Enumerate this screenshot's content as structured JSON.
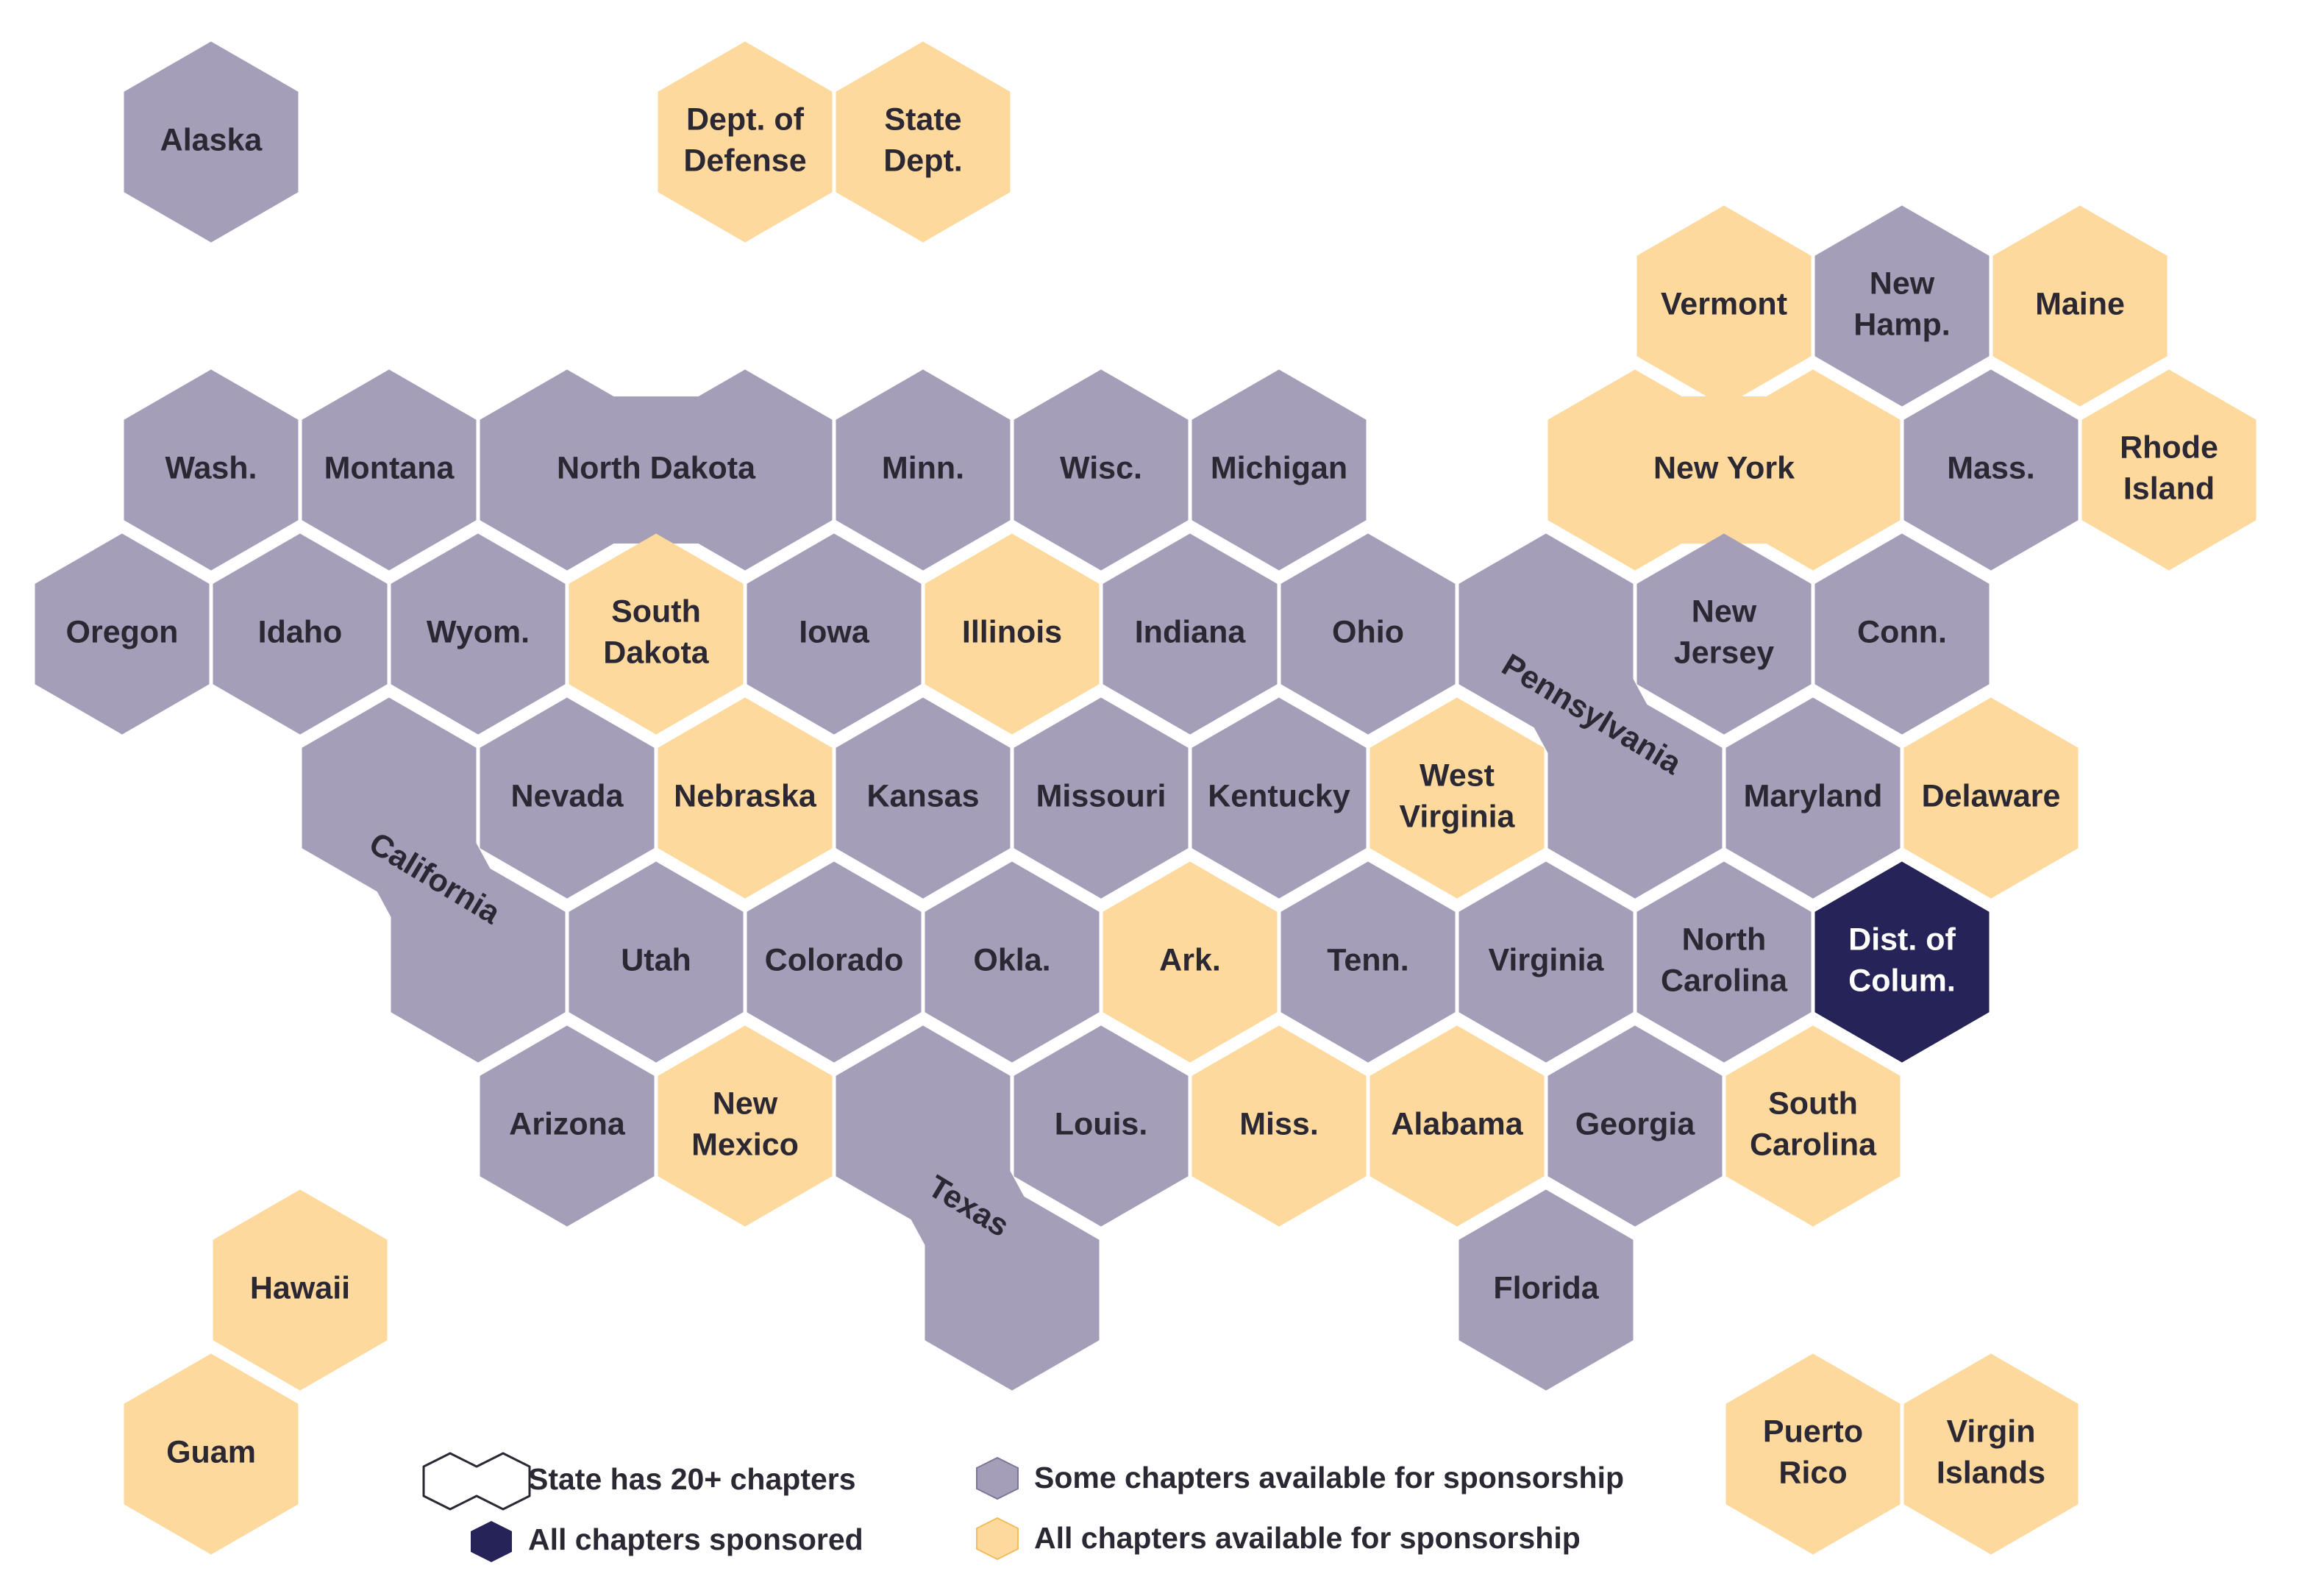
{
  "colors": {
    "some": "#a59eb8",
    "all_available": "#fdd99d",
    "sponsored": "#262359",
    "outline": "#2b2833",
    "label": "#2b2833",
    "label_on_dark": "#ffffff",
    "background": "#ffffff"
  },
  "legend": {
    "big_state": "State has 20+ chapters",
    "sponsored": "All chapters sponsored",
    "some": "Some chapters available for sponsorship",
    "all_available": "All chapters available for sponsorship"
  },
  "tiles": [
    {
      "id": "alaska",
      "lines": [
        "Alaska"
      ],
      "status": "some",
      "cells": [
        [
          0,
          0
        ]
      ]
    },
    {
      "id": "dept-of-defense",
      "lines": [
        "Dept. of",
        "Defense"
      ],
      "status": "all_available",
      "cells": [
        [
          3,
          0
        ]
      ]
    },
    {
      "id": "state-dept",
      "lines": [
        "State",
        "Dept."
      ],
      "status": "all_available",
      "cells": [
        [
          4,
          0
        ]
      ]
    },
    {
      "id": "vermont",
      "lines": [
        "Vermont"
      ],
      "status": "all_available",
      "cells": [
        [
          8.5,
          1
        ]
      ]
    },
    {
      "id": "new-hamp",
      "lines": [
        "New",
        "Hamp."
      ],
      "status": "some",
      "cells": [
        [
          9.5,
          1
        ]
      ]
    },
    {
      "id": "maine",
      "lines": [
        "Maine"
      ],
      "status": "all_available",
      "cells": [
        [
          10.5,
          1
        ]
      ]
    },
    {
      "id": "wash",
      "lines": [
        "Wash."
      ],
      "status": "some",
      "cells": [
        [
          0,
          2
        ]
      ]
    },
    {
      "id": "montana",
      "lines": [
        "Montana"
      ],
      "status": "some",
      "cells": [
        [
          1,
          2
        ]
      ]
    },
    {
      "id": "north-dakota",
      "lines": [
        "North Dakota"
      ],
      "status": "some",
      "cells": [
        [
          2,
          2
        ],
        [
          3,
          2
        ]
      ]
    },
    {
      "id": "minn",
      "lines": [
        "Minn."
      ],
      "status": "some",
      "cells": [
        [
          4,
          2
        ]
      ]
    },
    {
      "id": "wisc",
      "lines": [
        "Wisc."
      ],
      "status": "some",
      "cells": [
        [
          5,
          2
        ]
      ]
    },
    {
      "id": "michigan",
      "lines": [
        "Michigan"
      ],
      "status": "some",
      "cells": [
        [
          6,
          2
        ]
      ]
    },
    {
      "id": "new-york",
      "lines": [
        "New York"
      ],
      "status": "all_available",
      "cells": [
        [
          8,
          2
        ],
        [
          9,
          2
        ]
      ]
    },
    {
      "id": "mass",
      "lines": [
        "Mass."
      ],
      "status": "some",
      "cells": [
        [
          10,
          2
        ]
      ]
    },
    {
      "id": "rhode-island",
      "lines": [
        "Rhode",
        "Island"
      ],
      "status": "all_available",
      "cells": [
        [
          11,
          2
        ]
      ]
    },
    {
      "id": "oregon",
      "lines": [
        "Oregon"
      ],
      "status": "some",
      "cells": [
        [
          -0.5,
          3
        ]
      ]
    },
    {
      "id": "idaho",
      "lines": [
        "Idaho"
      ],
      "status": "some",
      "cells": [
        [
          0.5,
          3
        ]
      ]
    },
    {
      "id": "wyom",
      "lines": [
        "Wyom."
      ],
      "status": "some",
      "cells": [
        [
          1.5,
          3
        ]
      ]
    },
    {
      "id": "south-dakota",
      "lines": [
        "South",
        "Dakota"
      ],
      "status": "all_available",
      "cells": [
        [
          2.5,
          3
        ]
      ]
    },
    {
      "id": "iowa",
      "lines": [
        "Iowa"
      ],
      "status": "some",
      "cells": [
        [
          3.5,
          3
        ]
      ]
    },
    {
      "id": "illinois",
      "lines": [
        "Illinois"
      ],
      "status": "all_available",
      "cells": [
        [
          4.5,
          3
        ]
      ]
    },
    {
      "id": "indiana",
      "lines": [
        "Indiana"
      ],
      "status": "some",
      "cells": [
        [
          5.5,
          3
        ]
      ]
    },
    {
      "id": "ohio",
      "lines": [
        "Ohio"
      ],
      "status": "some",
      "cells": [
        [
          6.5,
          3
        ]
      ]
    },
    {
      "id": "pennsylvania",
      "lines": [
        "Pennsylvania"
      ],
      "status": "some",
      "cells": [
        [
          7.5,
          3
        ],
        [
          8,
          4
        ]
      ],
      "rotate": 31
    },
    {
      "id": "new-jersey",
      "lines": [
        "New",
        "Jersey"
      ],
      "status": "some",
      "cells": [
        [
          8.5,
          3
        ]
      ]
    },
    {
      "id": "conn",
      "lines": [
        "Conn."
      ],
      "status": "some",
      "cells": [
        [
          9.5,
          3
        ]
      ]
    },
    {
      "id": "california",
      "lines": [
        "California"
      ],
      "status": "some",
      "cells": [
        [
          1,
          4
        ],
        [
          1.5,
          5
        ]
      ],
      "rotate": 31
    },
    {
      "id": "nevada",
      "lines": [
        "Nevada"
      ],
      "status": "some",
      "cells": [
        [
          2,
          4
        ]
      ]
    },
    {
      "id": "nebraska",
      "lines": [
        "Nebraska"
      ],
      "status": "all_available",
      "cells": [
        [
          3,
          4
        ]
      ]
    },
    {
      "id": "kansas",
      "lines": [
        "Kansas"
      ],
      "status": "some",
      "cells": [
        [
          4,
          4
        ]
      ]
    },
    {
      "id": "missouri",
      "lines": [
        "Missouri"
      ],
      "status": "some",
      "cells": [
        [
          5,
          4
        ]
      ]
    },
    {
      "id": "kentucky",
      "lines": [
        "Kentucky"
      ],
      "status": "some",
      "cells": [
        [
          6,
          4
        ]
      ]
    },
    {
      "id": "west-virginia",
      "lines": [
        "West",
        "Virginia"
      ],
      "status": "all_available",
      "cells": [
        [
          7,
          4
        ]
      ]
    },
    {
      "id": "maryland",
      "lines": [
        "Maryland"
      ],
      "status": "some",
      "cells": [
        [
          9,
          4
        ]
      ]
    },
    {
      "id": "delaware",
      "lines": [
        "Delaware"
      ],
      "status": "all_available",
      "cells": [
        [
          10,
          4
        ]
      ]
    },
    {
      "id": "utah",
      "lines": [
        "Utah"
      ],
      "status": "some",
      "cells": [
        [
          2.5,
          5
        ]
      ]
    },
    {
      "id": "colorado",
      "lines": [
        "Colorado"
      ],
      "status": "some",
      "cells": [
        [
          3.5,
          5
        ]
      ]
    },
    {
      "id": "okla",
      "lines": [
        "Okla."
      ],
      "status": "some",
      "cells": [
        [
          4.5,
          5
        ]
      ]
    },
    {
      "id": "ark",
      "lines": [
        "Ark."
      ],
      "status": "all_available",
      "cells": [
        [
          5.5,
          5
        ]
      ]
    },
    {
      "id": "tenn",
      "lines": [
        "Tenn."
      ],
      "status": "some",
      "cells": [
        [
          6.5,
          5
        ]
      ]
    },
    {
      "id": "virginia",
      "lines": [
        "Virginia"
      ],
      "status": "some",
      "cells": [
        [
          7.5,
          5
        ]
      ]
    },
    {
      "id": "north-carolina",
      "lines": [
        "North",
        "Carolina"
      ],
      "status": "some",
      "cells": [
        [
          8.5,
          5
        ]
      ]
    },
    {
      "id": "dist-of-colum",
      "lines": [
        "Dist. of",
        "Colum."
      ],
      "status": "sponsored",
      "cells": [
        [
          9.5,
          5
        ]
      ]
    },
    {
      "id": "arizona",
      "lines": [
        "Arizona"
      ],
      "status": "some",
      "cells": [
        [
          2,
          6
        ]
      ]
    },
    {
      "id": "new-mexico",
      "lines": [
        "New",
        "Mexico"
      ],
      "status": "all_available",
      "cells": [
        [
          3,
          6
        ]
      ]
    },
    {
      "id": "texas",
      "lines": [
        "Texas"
      ],
      "status": "some",
      "cells": [
        [
          4,
          6
        ],
        [
          4.5,
          7
        ]
      ],
      "rotate": 31
    },
    {
      "id": "louis",
      "lines": [
        "Louis."
      ],
      "status": "some",
      "cells": [
        [
          5,
          6
        ]
      ]
    },
    {
      "id": "miss",
      "lines": [
        "Miss."
      ],
      "status": "all_available",
      "cells": [
        [
          6,
          6
        ]
      ]
    },
    {
      "id": "alabama",
      "lines": [
        "Alabama"
      ],
      "status": "all_available",
      "cells": [
        [
          7,
          6
        ]
      ]
    },
    {
      "id": "georgia",
      "lines": [
        "Georgia"
      ],
      "status": "some",
      "cells": [
        [
          8,
          6
        ]
      ]
    },
    {
      "id": "south-carolina",
      "lines": [
        "South",
        "Carolina"
      ],
      "status": "all_available",
      "cells": [
        [
          9,
          6
        ]
      ]
    },
    {
      "id": "florida",
      "lines": [
        "Florida"
      ],
      "status": "some",
      "cells": [
        [
          7.5,
          7
        ]
      ]
    },
    {
      "id": "hawaii",
      "lines": [
        "Hawaii"
      ],
      "status": "all_available",
      "cells": [
        [
          0.5,
          7
        ]
      ]
    },
    {
      "id": "guam",
      "lines": [
        "Guam"
      ],
      "status": "all_available",
      "cells": [
        [
          0,
          8
        ]
      ]
    },
    {
      "id": "puerto-rico",
      "lines": [
        "Puerto",
        "Rico"
      ],
      "status": "all_available",
      "cells": [
        [
          9,
          8
        ]
      ]
    },
    {
      "id": "virgin-islands",
      "lines": [
        "Virgin",
        "Islands"
      ],
      "status": "all_available",
      "cells": [
        [
          10,
          8
        ]
      ]
    }
  ]
}
